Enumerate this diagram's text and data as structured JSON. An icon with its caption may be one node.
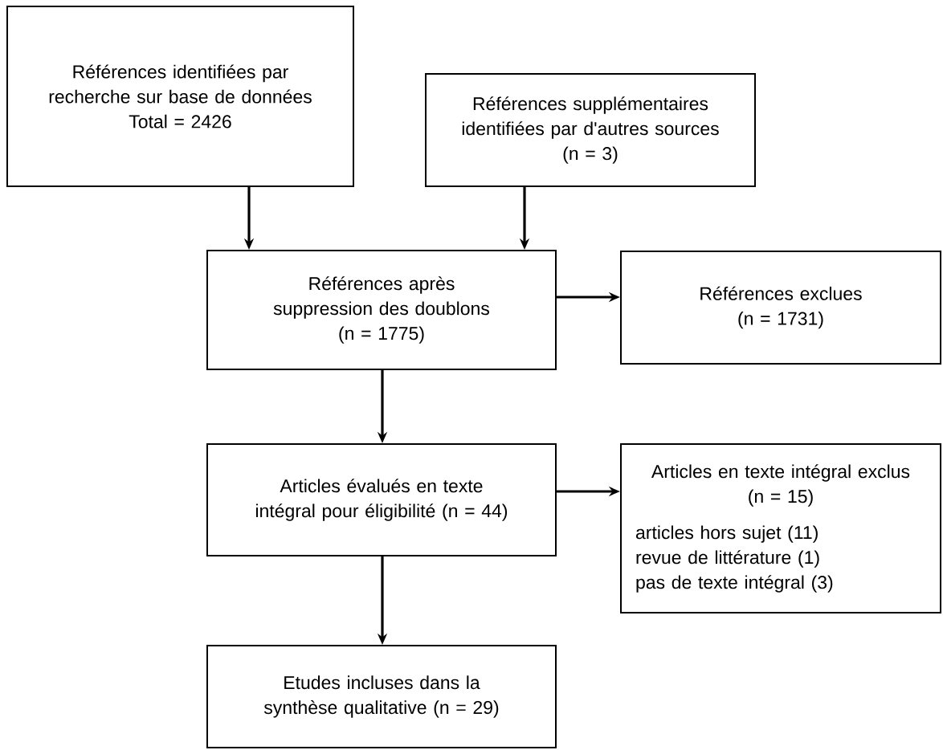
{
  "diagram": {
    "nodes": [
      {
        "text": [
          "Références identifiées par recherche sur base de données",
          "Total = 2426"
        ]
      },
      {
        "text": [
          "Références supplémentaires identifiées par d'autres sources",
          "(n = 3)"
        ]
      },
      {
        "text": [
          "Références après suppression des doublons",
          "(n = 1775)"
        ]
      },
      {
        "text": [
          "Références exclues",
          "(n = 1731)"
        ]
      },
      {
        "text": [
          "Articles évalués en texte intégral pour éligibilité (n = 44)"
        ]
      },
      {
        "text": [
          "Articles en texte intégral exclus",
          "(n = 15)",
          "articles hors sujet (11)",
          "revue de littérature (1)",
          "pas de texte intégral (3)"
        ]
      },
      {
        "text": [
          "Etudes incluses dans la synthèse qualitative (n = 29)"
        ]
      }
    ],
    "edges": [
      {
        "from": 0,
        "to": 2,
        "arrow": "to"
      },
      {
        "from": 1,
        "to": 2,
        "arrow": "to"
      },
      {
        "from": 2,
        "to": 3,
        "arrow": "to"
      },
      {
        "from": 2,
        "to": 4,
        "arrow": "to"
      },
      {
        "from": 4,
        "to": 5,
        "arrow": "to"
      },
      {
        "from": 4,
        "to": 6,
        "arrow": "to"
      }
    ]
  }
}
